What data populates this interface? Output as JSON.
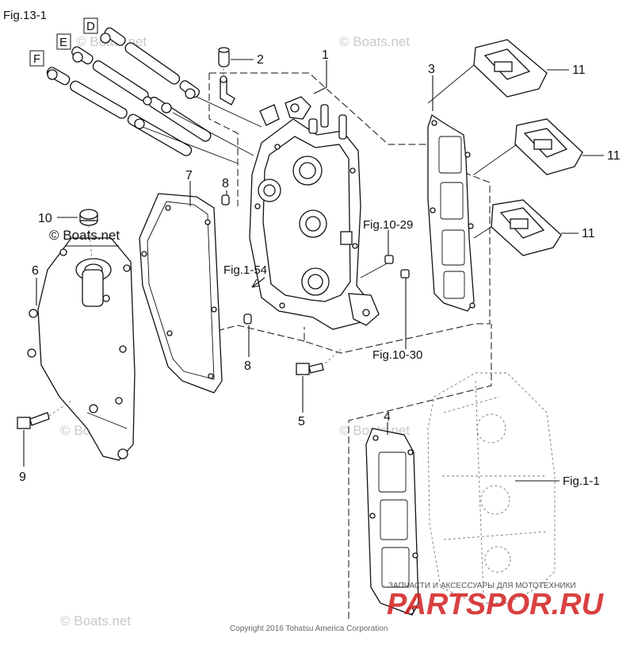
{
  "figure": {
    "id": "Fig.13-1"
  },
  "hose_refs": [
    "D",
    "E",
    "F"
  ],
  "callouts": {
    "p1": "1",
    "p2": "2",
    "p3": "3",
    "p4": "4",
    "p5": "5",
    "p6": "6",
    "p7": "7",
    "p8a": "8",
    "p8b": "8",
    "p9": "9",
    "p10": "10",
    "p11a": "11",
    "p11b": "11",
    "p11c": "11"
  },
  "cross_refs": {
    "fig_10_29": "Fig.10-29",
    "fig_10_30": "Fig.10-30",
    "fig_1_54": "Fig.1-54",
    "fig_1_1": "Fig.1-1"
  },
  "watermarks": {
    "main": "© Boats.net",
    "faint": "© Boats.net"
  },
  "copyright": "Copyright 2016 Tohatsu America Corporation",
  "overlay_brand": {
    "tagline": "ЗАПЧАСТИ И АКСЕССУАРЫ ДЛЯ МОТОТЕХНИКИ",
    "name": "PARTSPOR.RU"
  },
  "colors": {
    "line": "#111111",
    "watermark": "#c9c9c9",
    "brand": "#d21f1f",
    "brand_dark": "#222222"
  }
}
